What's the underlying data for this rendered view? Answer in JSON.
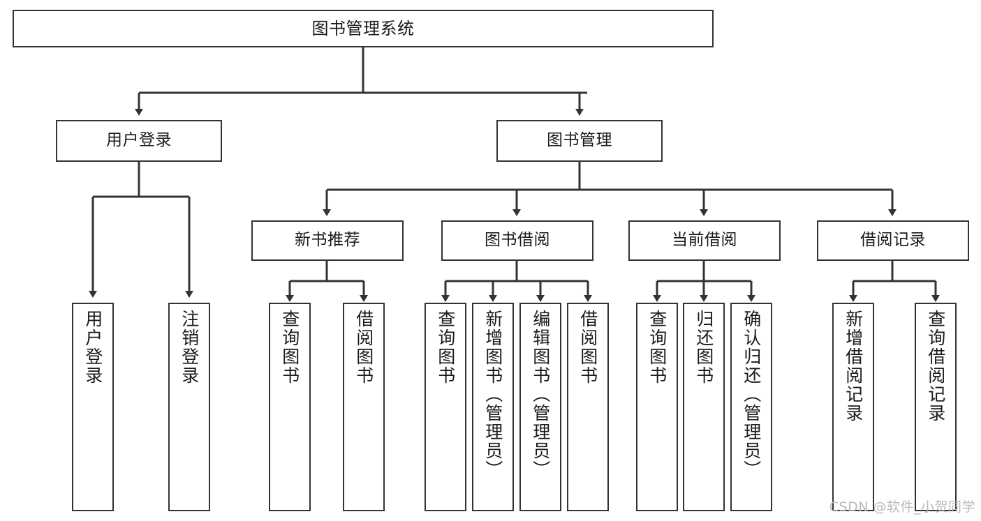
{
  "diagram": {
    "title": "图书管理系统",
    "type": "hierarchy-tree",
    "levels": 4,
    "root": {
      "id": "root",
      "label": "图书管理系统",
      "orientation": "horizontal"
    },
    "level2": [
      {
        "id": "user-login",
        "label": "用户登录",
        "orientation": "horizontal"
      },
      {
        "id": "book-manage",
        "label": "图书管理",
        "orientation": "horizontal"
      }
    ],
    "level3": [
      {
        "id": "new-book-recommend",
        "label": "新书推荐",
        "orientation": "horizontal",
        "parent": "book-manage"
      },
      {
        "id": "book-borrow",
        "label": "图书借阅",
        "orientation": "horizontal",
        "parent": "book-manage"
      },
      {
        "id": "current-borrow",
        "label": "当前借阅",
        "orientation": "horizontal",
        "parent": "book-manage"
      },
      {
        "id": "borrow-record",
        "label": "借阅记录",
        "orientation": "horizontal",
        "parent": "book-manage"
      }
    ],
    "leaves": [
      {
        "id": "leaf-user-login",
        "label": "用户登录",
        "parent": "user-login",
        "orientation": "vertical"
      },
      {
        "id": "leaf-logout-login",
        "label": "注销登录",
        "parent": "user-login",
        "orientation": "vertical"
      },
      {
        "id": "leaf-query-book-1",
        "label": "查询图书",
        "parent": "new-book-recommend",
        "orientation": "vertical"
      },
      {
        "id": "leaf-borrow-book-1",
        "label": "借阅图书",
        "parent": "new-book-recommend",
        "orientation": "vertical"
      },
      {
        "id": "leaf-query-book-2",
        "label": "查询图书",
        "parent": "book-borrow",
        "orientation": "vertical"
      },
      {
        "id": "leaf-add-book",
        "label": "新增图书（管理员）",
        "parent": "book-borrow",
        "orientation": "vertical"
      },
      {
        "id": "leaf-edit-book",
        "label": "编辑图书（管理员）",
        "parent": "book-borrow",
        "orientation": "vertical"
      },
      {
        "id": "leaf-borrow-book-2",
        "label": "借阅图书",
        "parent": "book-borrow",
        "orientation": "vertical"
      },
      {
        "id": "leaf-query-book-3",
        "label": "查询图书",
        "parent": "current-borrow",
        "orientation": "vertical"
      },
      {
        "id": "leaf-return-book",
        "label": "归还图书",
        "parent": "current-borrow",
        "orientation": "vertical"
      },
      {
        "id": "leaf-confirm-return",
        "label": "确认归还（管理员）",
        "parent": "current-borrow",
        "orientation": "vertical"
      },
      {
        "id": "leaf-add-record",
        "label": "新增借阅记录",
        "parent": "borrow-record",
        "orientation": "vertical"
      },
      {
        "id": "leaf-query-record",
        "label": "查询借阅记录",
        "parent": "borrow-record",
        "orientation": "vertical"
      }
    ],
    "colors": {
      "stroke": "#333333",
      "fill": "#ffffff",
      "text": "#1a1a1a",
      "watermark": "#b9b9b9"
    }
  },
  "watermark": {
    "text": "CSDN @软件_小贺同学"
  }
}
